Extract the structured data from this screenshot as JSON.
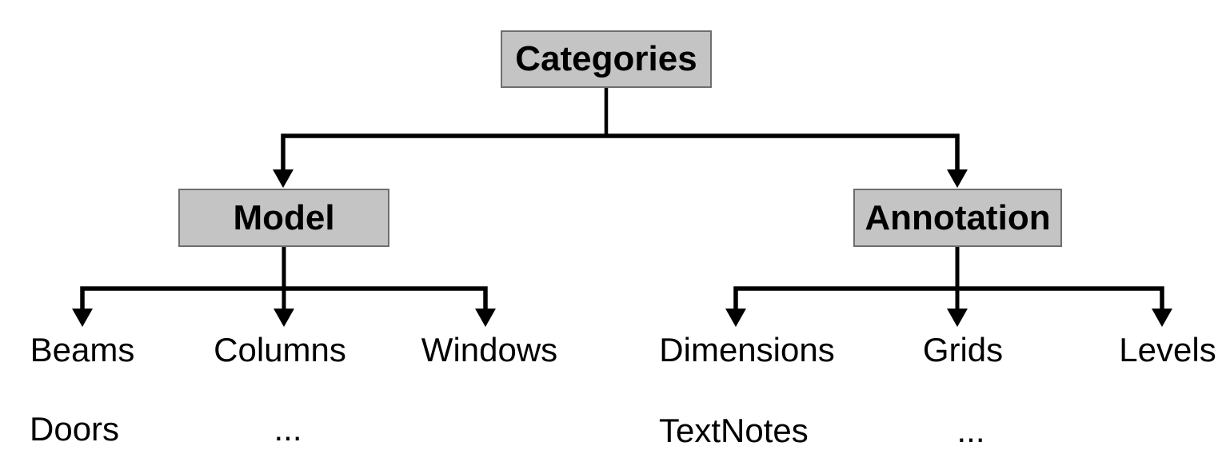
{
  "tree": {
    "root": {
      "label": "Categories"
    },
    "branches": [
      {
        "label": "Model",
        "children": [
          "Beams",
          "Columns",
          "Windows"
        ],
        "more": [
          "Doors",
          "..."
        ]
      },
      {
        "label": "Annotation",
        "children": [
          "Dimensions",
          "Grids",
          "Levels"
        ],
        "more": [
          "TextNotes",
          "..."
        ]
      }
    ]
  },
  "colors": {
    "background": "#ffffff",
    "box_fill": "#c4c4c4",
    "box_border": "#6e6e6e",
    "line": "#000000",
    "text": "#000000"
  }
}
